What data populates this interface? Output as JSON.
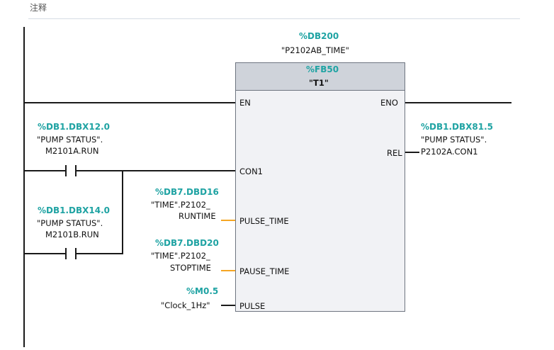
{
  "comment": {
    "label": "注释"
  },
  "instance_db": {
    "address": "%DB200",
    "name": "\"P2102AB_TIME\""
  },
  "function_block": {
    "address": "%FB50",
    "name": "\"T1\""
  },
  "pins": {
    "en": "EN",
    "eno": "ENO",
    "con1": "CON1",
    "pulse_time": "PULSE_TIME",
    "pause_time": "PAUSE_TIME",
    "pulse": "PULSE",
    "rel": "REL"
  },
  "contacts": [
    {
      "address": "%DB1.DBX12.0",
      "line1": "\"PUMP STATUS\".",
      "line2": "M2101A.RUN"
    },
    {
      "address": "%DB1.DBX14.0",
      "line1": "\"PUMP STATUS\".",
      "line2": "M2101B.RUN"
    }
  ],
  "operands": {
    "pulse_time": {
      "address": "%DB7.DBD16",
      "line1": "\"TIME\".P2102_",
      "line2": "RUNTIME"
    },
    "pause_time": {
      "address": "%DB7.DBD20",
      "line1": "\"TIME\".P2102_",
      "line2": "STOPTIME"
    },
    "pulse": {
      "address": "%M0.5",
      "line1": "\"Clock_1Hz\""
    },
    "rel": {
      "address": "%DB1.DBX81.5",
      "line1": "\"PUMP STATUS\".",
      "line2": "P2102A.CON1"
    }
  },
  "colors": {
    "address": "#1fa3a3",
    "assigned_wire": "#f5a623",
    "wire": "#1a1a1a",
    "block_header": "#cfd3da"
  }
}
